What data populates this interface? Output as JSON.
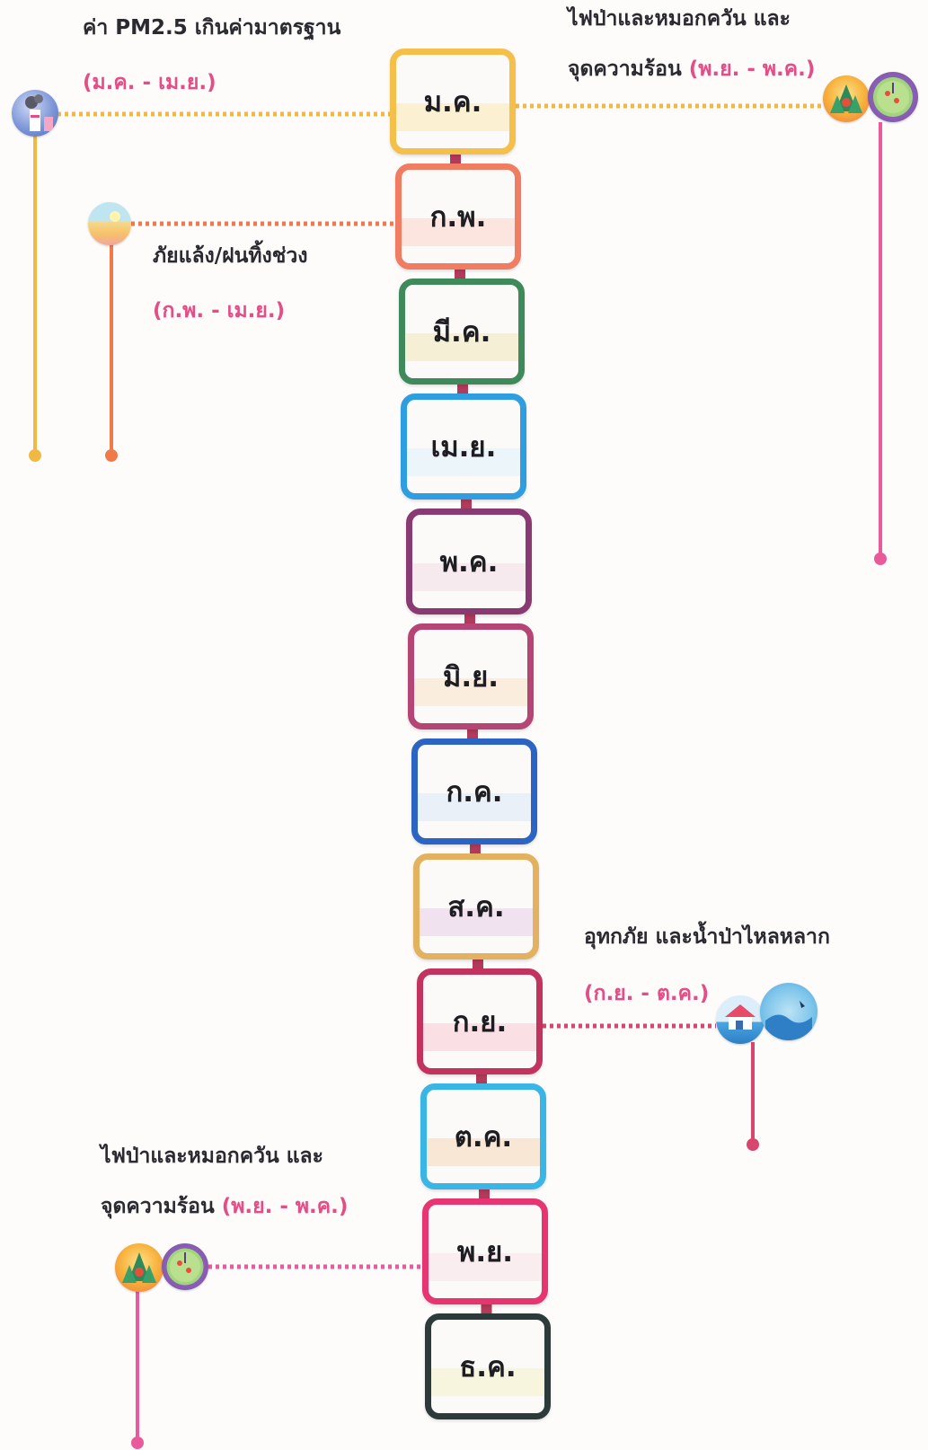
{
  "months": [
    {
      "label": "ม.ค.",
      "border": "#f5c04a",
      "band": "#fde8b5"
    },
    {
      "label": "ก.พ.",
      "border": "#f07d62",
      "band": "#fcd3c8"
    },
    {
      "label": "มี.ค.",
      "border": "#3e8a5a",
      "band": "#f0e6b8"
    },
    {
      "label": "เม.ย.",
      "border": "#2f9ee0",
      "band": "#dff0fb"
    },
    {
      "label": "พ.ค.",
      "border": "#8a3a72",
      "band": "#f3dde8"
    },
    {
      "label": "มิ.ย.",
      "border": "#b54575",
      "band": "#fae1c9"
    },
    {
      "label": "ก.ค.",
      "border": "#2c64c4",
      "band": "#dbe7f8"
    },
    {
      "label": "ส.ค.",
      "border": "#e2b260",
      "band": "#e8d0e8"
    },
    {
      "label": "ก.ย.",
      "border": "#c2335f",
      "band": "#f9c8d6"
    },
    {
      "label": "ต.ค.",
      "border": "#39b6e6",
      "band": "#f7d7b9"
    },
    {
      "label": "พ.ย.",
      "border": "#e63570",
      "band": "#fae1e9"
    },
    {
      "label": "ธ.ค.",
      "border": "#2c3a3a",
      "band": "#f4f0c8"
    }
  ],
  "connector_color": "#b23a5a",
  "events": {
    "pm25": {
      "title": "ค่า PM2.5 เกินค่ามาตรฐาน",
      "range": "(ม.ค. - เม.ย.)",
      "color": "#f2b844",
      "icon": "pm25-pollution-icon"
    },
    "drought": {
      "title": "ภัยแล้ง/ฝนทิ้งช่วง",
      "range": "(ก.พ. - เม.ย.)",
      "color": "#f07a4a",
      "icon": "drought-icon"
    },
    "fire_top": {
      "title_line1": "ไฟป่าและหมอกควัน และ",
      "title_line2": "จุดความร้อน",
      "range": "(พ.ย. - พ.ค.)",
      "color": "#e85a9a",
      "icon1": "forest-fire-icon",
      "icon2": "hotspot-map-icon"
    },
    "flood": {
      "title": "อุทกภัย และน้ำป่าไหลหลาก",
      "range": "(ก.ย. - ต.ค.)",
      "color": "#d8456e",
      "icon1": "flood-house-icon",
      "icon2": "flash-flood-icon"
    },
    "fire_bottom": {
      "title_line1": "ไฟป่าและหมอกควัน และ",
      "title_line2": "จุดความร้อน",
      "range": "(พ.ย. - พ.ค.)",
      "color": "#e85a9a",
      "icon1": "forest-fire-icon",
      "icon2": "hotspot-map-icon"
    }
  }
}
